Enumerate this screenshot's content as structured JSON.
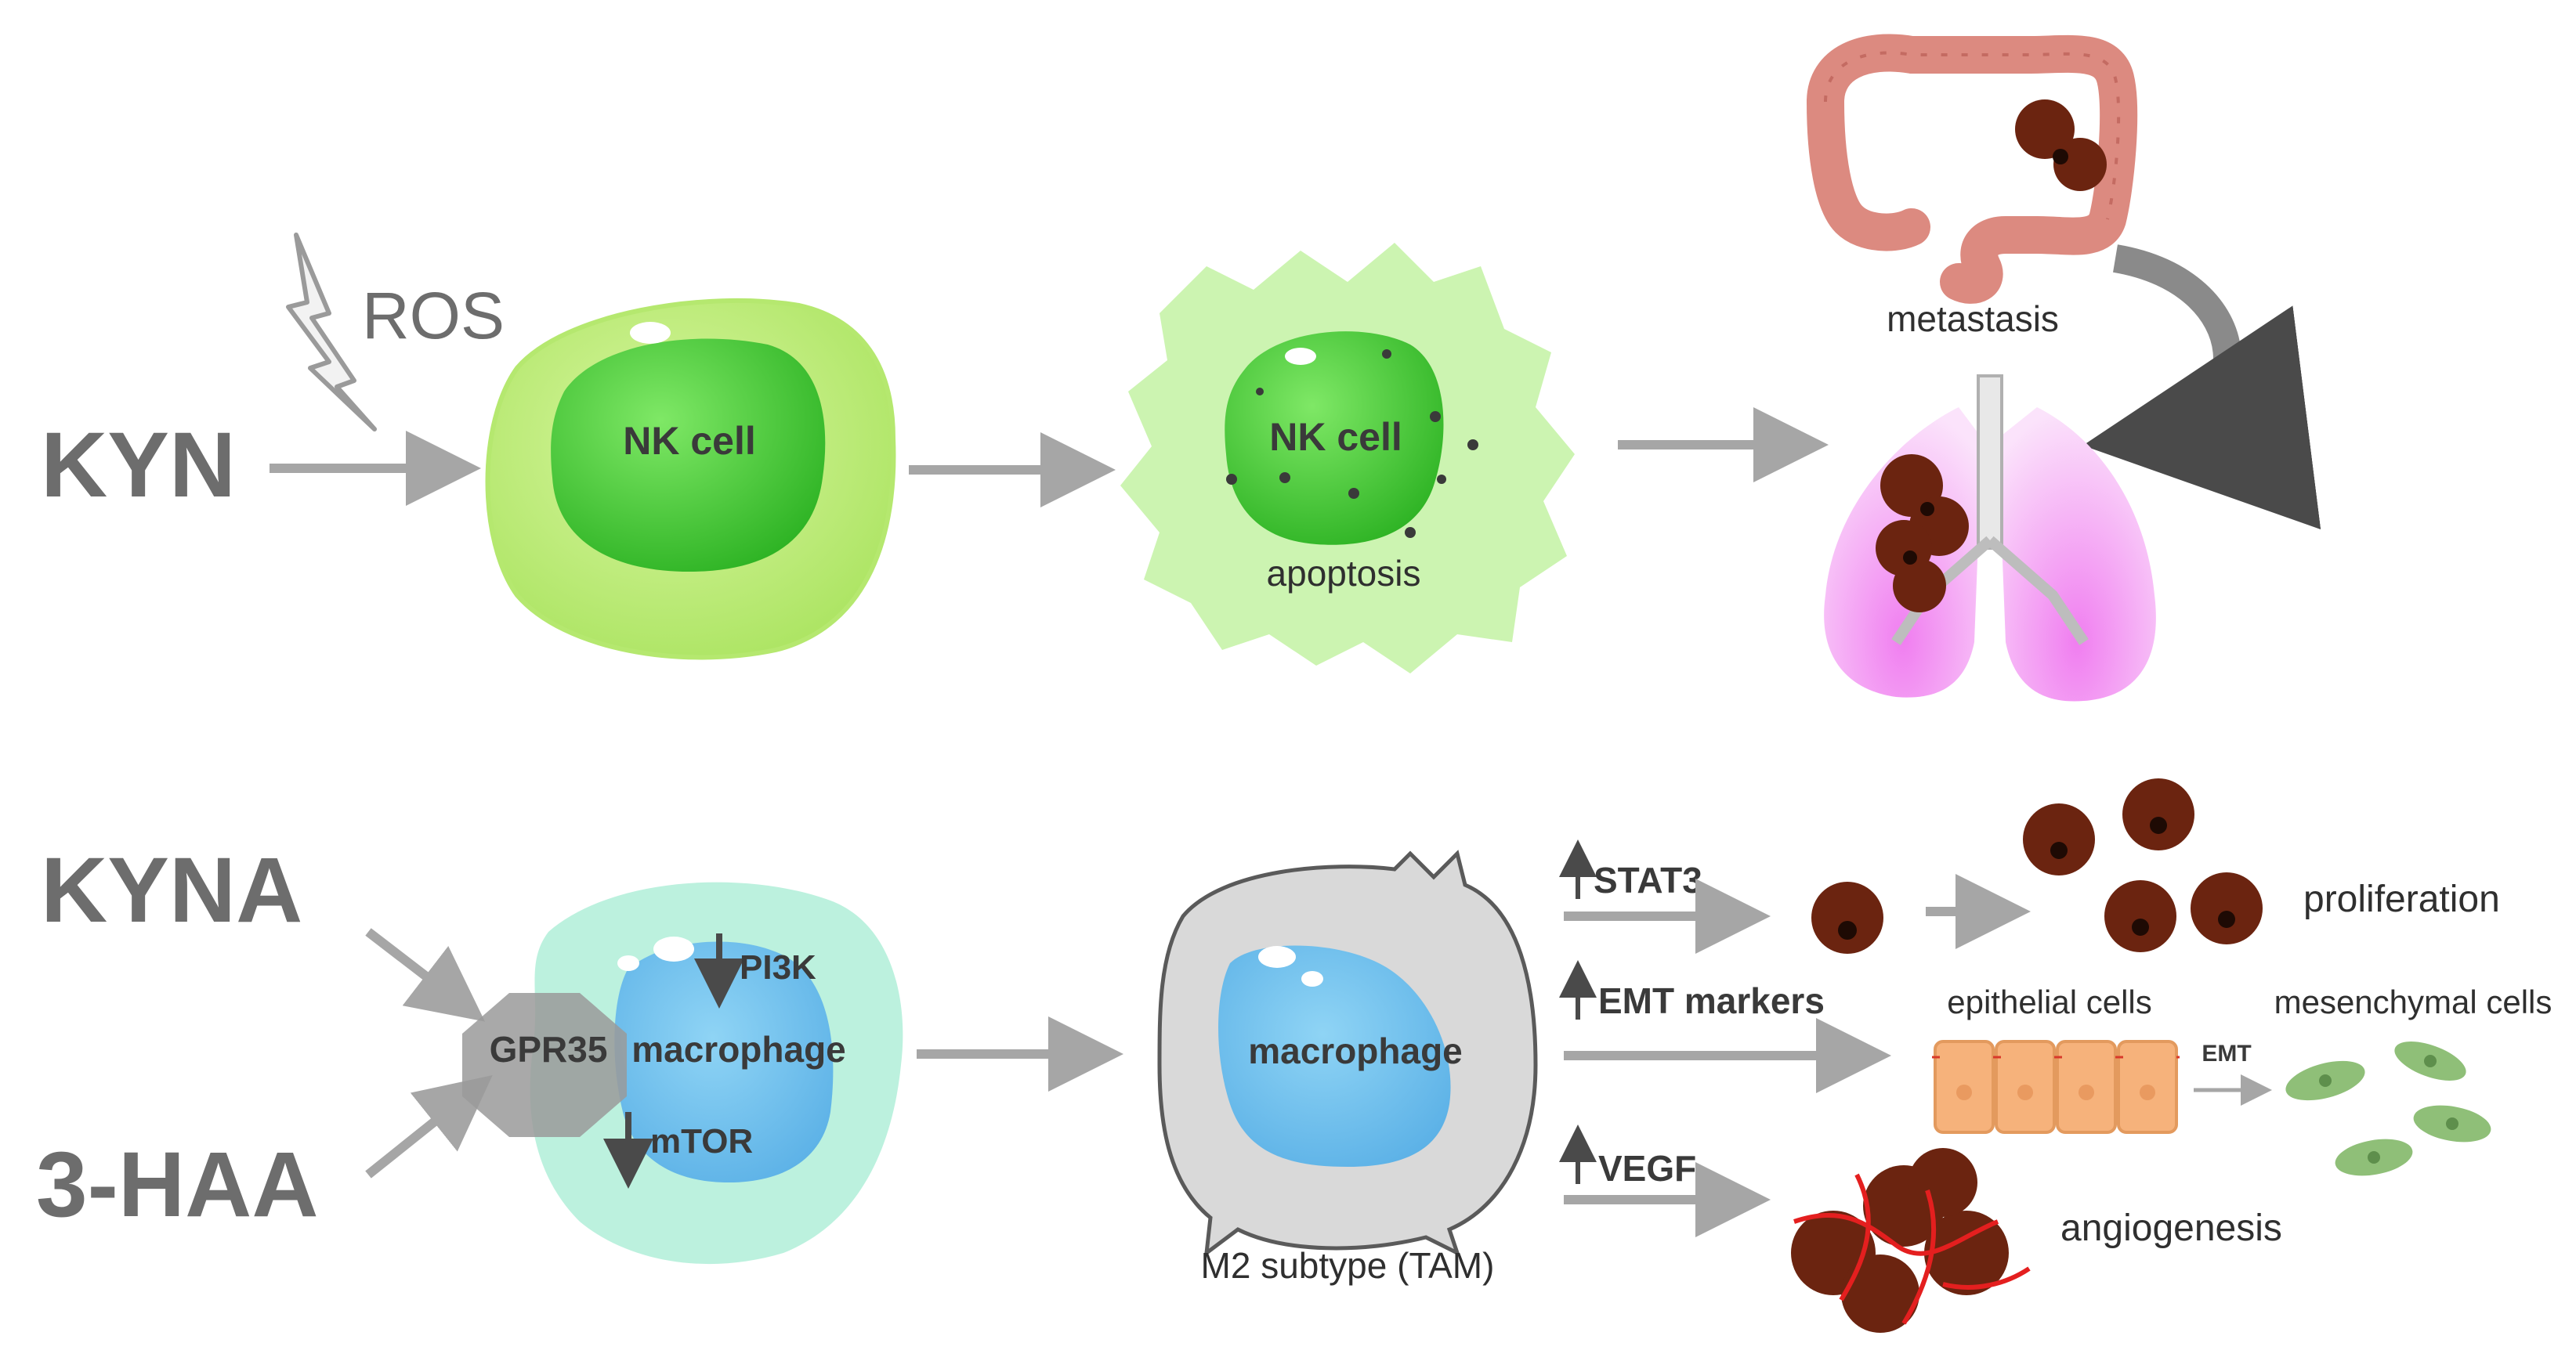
{
  "labels": {
    "kyn": "KYN",
    "ros": "ROS",
    "nk_cell_1": "NK cell",
    "nk_cell_2": "NK cell",
    "apoptosis": "apoptosis",
    "metastasis": "metastasis",
    "kyna": "KYNA",
    "haa": "3-HAA",
    "gpr35": "GPR35",
    "macrophage_1": "macrophage",
    "pi3k": "PI3K",
    "mtor": "mTOR",
    "macrophage_2": "macrophage",
    "m2_subtype": "M2 subtype (TAM)",
    "stat3": "STAT3",
    "emt_markers": "EMT markers",
    "vegf": "VEGF",
    "proliferation": "proliferation",
    "epithelial_cells": "epithelial cells",
    "mesenchymal_cells": "mesenchymal cells",
    "emt": "EMT",
    "angiogenesis": "angiogenesis"
  },
  "colors": {
    "arrow": "#a6a6a6",
    "dark_arrow": "#4a4a4a",
    "nk_outer": "#c2ee82",
    "nk_inner": "#4fd23a",
    "macrophage_outer": "#a8efd2",
    "macrophage_inner": "#6fc2ee",
    "tam_outer": "#d6d6d6",
    "tumor": "#6b2410",
    "lung": "#f19af0",
    "colon": "#dc8a80",
    "epithelial": "#f6b27b",
    "mesenchymal": "#8fbf78"
  }
}
